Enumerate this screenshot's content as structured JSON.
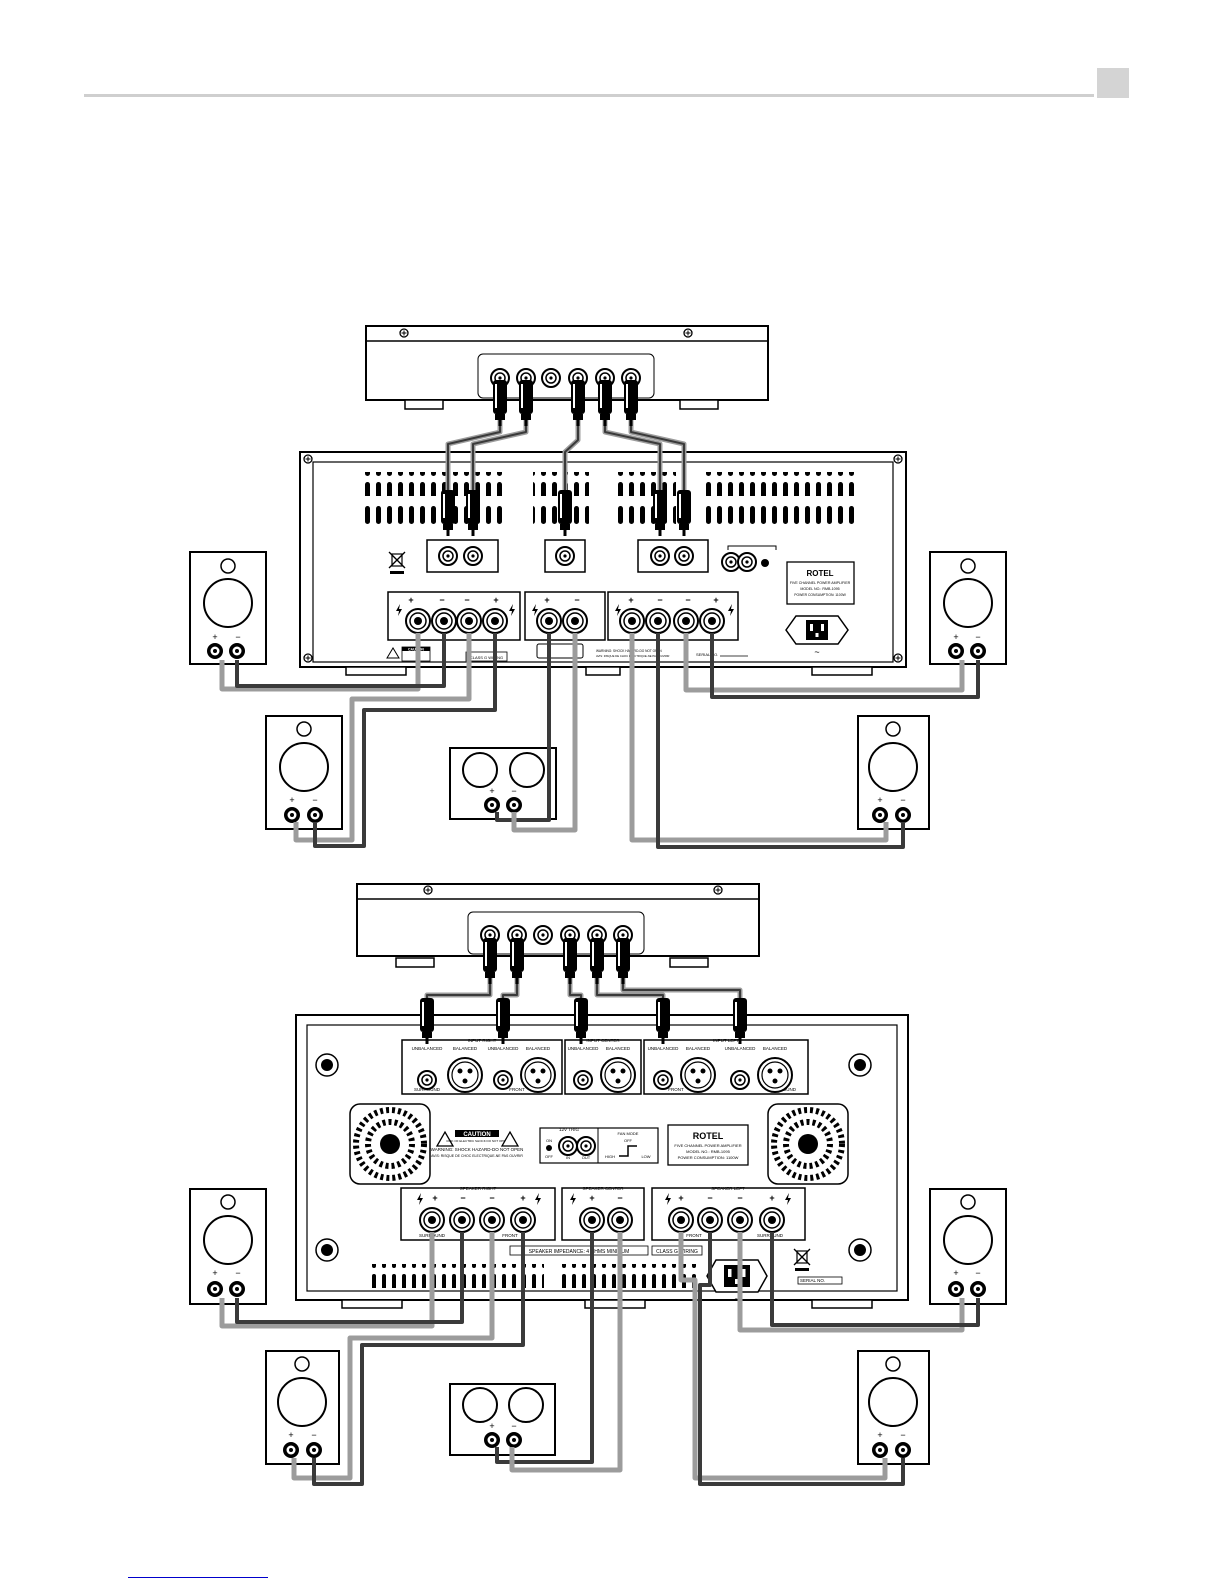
{
  "colors": {
    "ink": "#000000",
    "cable_dark": "#3a3a3a",
    "cable_light": "#9c9c9c",
    "page_rule": "#cfcfcf",
    "footer_link": "#0000cc"
  },
  "figure_top": {
    "labels": {
      "caution": "CAUTION",
      "class_g": "CLASS G WIRING",
      "warning": "WARNING: SHOCK HAZARD-DO NOT OPEN",
      "avis": "AVIS: RISQUE DE CHOC ELECTRIQUE-NE PAS OUVRIR",
      "serial": "SERIAL NO.",
      "brand": "ROTEL",
      "model_title": "FIVE CHANNEL POWER AMPLIFIER",
      "model_no": "MODEL NO.: RMB-1095",
      "power": "POWER CONSUMPTION: 1100W",
      "plus": "+",
      "minus": "−",
      "ac": "~"
    }
  },
  "figure_bottom": {
    "labels": {
      "input_right": "INPUT RIGHT",
      "input_center": "INPUT CENTER",
      "input_left": "INPUT LEFT",
      "unbalanced": "UNBALANCED",
      "balanced": "BALANCED",
      "surround": "SURROUND",
      "front": "FRONT",
      "caution": "CAUTION",
      "risk": "RISK OF ELECTRIC SHOCK DO NOT OPEN",
      "warning": "WARNING: SHOCK HAZARD-DO NOT OPEN",
      "avis": "AVIS: RISQUE DE CHOC ELECTRIQUE-NE PAS OUVRIR",
      "trig": "12V TRIG",
      "on": "ON",
      "off": "OFF",
      "in": "IN",
      "out": "OUT",
      "fan_mode": "FAN MODE",
      "fan_off": "OFF",
      "high": "HIGH",
      "low": "LOW",
      "brand": "ROTEL",
      "model_title": "FIVE CHANNEL POWER AMPLIFIER",
      "model_no": "MODEL NO.: RMB-1095",
      "power": "POWER CONSUMPTION: 1100W",
      "speaker_right": "SPEAKER RIGHT",
      "speaker_center": "SPEAKER CENTER",
      "speaker_left": "SPEAKER LEFT",
      "impedance": "SPEAKER IMPEDANCE: 4 OHMS MINIMUM",
      "class_g": "CLASS G WIRING",
      "serial": "SERIAL NO.",
      "plus": "+",
      "minus": "−",
      "ac": "~"
    }
  }
}
